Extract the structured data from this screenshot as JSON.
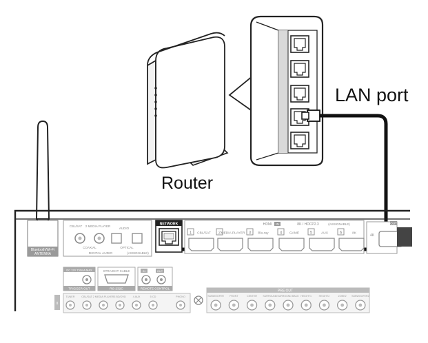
{
  "labels": {
    "router": "Router",
    "lan_port": "LAN port"
  },
  "receiver": {
    "network_label": "NETWORK",
    "antenna_label_1": "Bluetooth/Wi-Fi",
    "antenna_label_2": "ANTENNA",
    "digital_audio": {
      "input1": "COAXIAL",
      "input1_top": "CBL/SAT",
      "input2_top": "2 MEDIA PLAYER",
      "optical": "OPTICAL",
      "optical_top": "AUDIO",
      "group": "DIGITAL AUDIO",
      "group_tag": "IN",
      "assignable": "(ASSIGNABLE)"
    },
    "hdmi": {
      "header": "HDMI",
      "header_tag": "IN",
      "header_right": "8K / HDCP2.3",
      "header_assign": "(ASSIGNABLE)",
      "inputs": [
        {
          "num": "1",
          "name": "CBL/SAT"
        },
        {
          "num": "2",
          "name": "MEDIA PLAYER"
        },
        {
          "num": "3",
          "name": "Blu-ray"
        },
        {
          "num": "4",
          "name": "GAME"
        },
        {
          "num": "5",
          "name": "AUX"
        },
        {
          "num": "6",
          "name": "8K"
        }
      ],
      "out_label": "4K",
      "out_tag": "OUT"
    },
    "lower": {
      "trigger": "DC 12V 150mA MAX",
      "trigger_out": "TRIGGER OUT",
      "straight": "STRAIGHT CABLE",
      "rs232": "RS-232C",
      "remote": "REMOTE CONTROL",
      "remote_in": "IN",
      "remote_out": "OUT",
      "pre_out": "PRE OUT",
      "pre_tag": "OUT",
      "left_inputs": [
        "TUNER",
        "CBL/SAT",
        "2 MEDIA PLAYER",
        "3 BD/DVD",
        "4 AUX",
        "5 CD",
        "PHONO"
      ],
      "pre_channels": [
        "SUBWOOFER",
        "FRONT",
        "CENTER",
        "SURROUND",
        "SURROUND BACK",
        "HEIGHT1",
        "HEIGHT2",
        "ZONE2",
        "SUBWOOFER2"
      ]
    }
  }
}
